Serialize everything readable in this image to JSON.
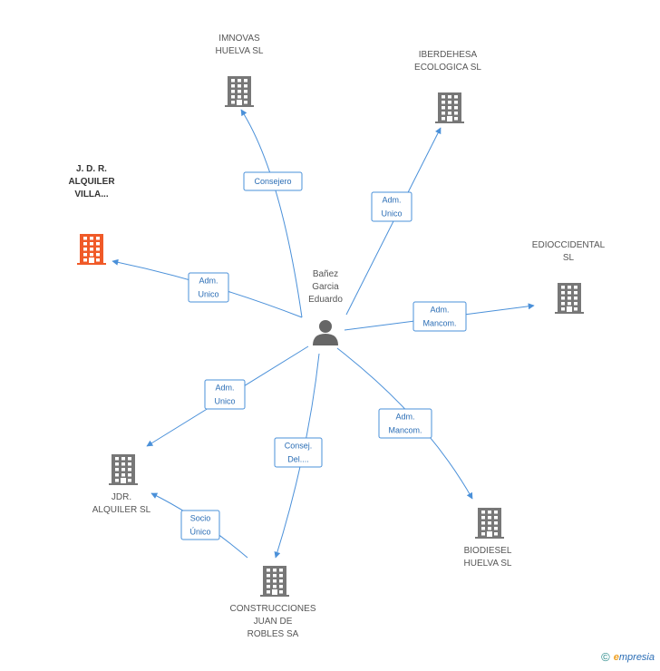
{
  "center": {
    "name_lines": [
      "Bañez",
      "Garcia",
      "Eduardo"
    ],
    "icon": "person-icon"
  },
  "companies": [
    {
      "id": "imnovas",
      "lines": [
        "IMNOVAS",
        "HUELVA  SL"
      ],
      "highlight": false
    },
    {
      "id": "iberdehesa",
      "lines": [
        "IBERDEHESA",
        "ECOLOGICA SL"
      ],
      "highlight": false
    },
    {
      "id": "jdr-villa",
      "lines": [
        "J. D. R.",
        "ALQUILER",
        "VILLA..."
      ],
      "highlight": true
    },
    {
      "id": "edioccidental",
      "lines": [
        "EDIOCCIDENTAL",
        "SL"
      ],
      "highlight": false
    },
    {
      "id": "jdr-alquiler",
      "lines": [
        "JDR.",
        "ALQUILER SL"
      ],
      "highlight": false
    },
    {
      "id": "construcciones",
      "lines": [
        "CONSTRUCCIONES",
        "JUAN DE",
        "ROBLES SA"
      ],
      "highlight": false
    },
    {
      "id": "biodiesel",
      "lines": [
        "BIODIESEL",
        "HUELVA SL"
      ],
      "highlight": false
    }
  ],
  "relations": [
    {
      "target": "imnovas",
      "lines": [
        "Consejero"
      ]
    },
    {
      "target": "iberdehesa",
      "lines": [
        "Adm.",
        "Unico"
      ]
    },
    {
      "target": "jdr-villa",
      "lines": [
        "Adm.",
        "Unico"
      ]
    },
    {
      "target": "edioccidental",
      "lines": [
        "Adm.",
        "Mancom."
      ]
    },
    {
      "target": "jdr-alquiler",
      "lines": [
        "Adm.",
        "Unico"
      ]
    },
    {
      "target": "construcciones",
      "lines": [
        "Consej.",
        "Del...."
      ]
    },
    {
      "target": "biodiesel",
      "lines": [
        "Adm.",
        "Mancom."
      ]
    },
    {
      "source": "construcciones",
      "target": "jdr-alquiler",
      "lines": [
        "Socio",
        "Único"
      ]
    }
  ],
  "colors": {
    "edge": "#4a90d9",
    "building": "#777777",
    "highlight": "#f05a28",
    "person": "#666666"
  },
  "footer": {
    "copyright": "©",
    "brand_e": "e",
    "brand_rest": "mpresia"
  }
}
